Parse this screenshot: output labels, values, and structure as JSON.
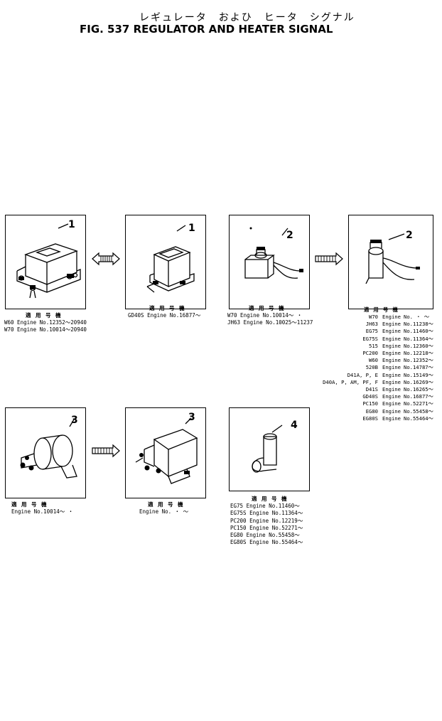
{
  "title_jp": "レギュレータ　およひ　ヒータ　シグナル",
  "title": "FIG. 537  REGULATOR AND HEATER SIGNAL",
  "panels": [
    {
      "callout": "1",
      "header": "適 用 号 機",
      "lines": [
        "W60  Engine  No.12352～20940",
        "W70  Engine  No.10014～20940"
      ]
    },
    {
      "callout": "1",
      "header": "適 用 号 機",
      "lines": [
        "GD40S  Engine  No.16877～"
      ]
    },
    {
      "callout": "2",
      "header": "適 用 号 機",
      "lines": [
        "W70  Engine  No.10014～  ・",
        "JH63  Engine  No.10025～11237"
      ]
    },
    {
      "callout": "2",
      "header": "適 用 号 機",
      "rows": [
        [
          "W70",
          "Engine",
          "No.  ・  ～"
        ],
        [
          "JH63",
          "Engine",
          "No.11238～"
        ],
        [
          "EG75",
          "Engine",
          "No.11460～"
        ],
        [
          "EG75S",
          "Engine",
          "No.11364～"
        ],
        [
          "515",
          "Engine",
          "No.12360～"
        ],
        [
          "PC200",
          "Engine",
          "No.12218～"
        ],
        [
          "W60",
          "Engine",
          "No.12352～"
        ],
        [
          "520B",
          "Engine",
          "No.14787～"
        ],
        [
          "D41A, P, E",
          "Engine",
          "No.15149～"
        ],
        [
          "D40A, P, AM, PF, F",
          "Engine",
          "No.16269～"
        ],
        [
          "D41S",
          "Engine",
          "No.16265～"
        ],
        [
          "GD40S",
          "Engine",
          "No.16877～"
        ],
        [
          "PC150",
          "Engine",
          "No.52271～"
        ],
        [
          "EG80",
          "Engine",
          "No.55458～"
        ],
        [
          "EG80S",
          "Engine",
          "No.55464～"
        ]
      ]
    },
    {
      "callout": "3",
      "header": "適 用 号 機",
      "lines": [
        "Engine  No.10014～  ・"
      ]
    },
    {
      "callout": "3",
      "header": "適 用 号 機",
      "lines": [
        "Engine  No.  ・  ～"
      ]
    },
    {
      "callout": "4",
      "header": "適 用 号 機",
      "lines": [
        "EG75  Engine  No.11460～",
        "EG75S  Engine  No.11364～",
        "PC200  Engine  No.12219～",
        "PC150  Engine  No.52271～",
        "EG80  Engine  No.55458～",
        "EG80S Engine No.55464～"
      ]
    }
  ]
}
